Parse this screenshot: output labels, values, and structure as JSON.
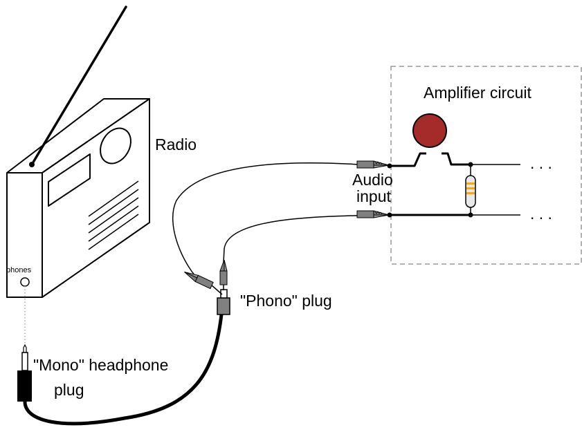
{
  "labels": {
    "radio": "Radio",
    "phones": "phones",
    "amplifier": "Amplifier circuit",
    "audio_line1": "Audio",
    "audio_line2": "input",
    "phono_plug": "\"Phono\" plug",
    "mono_line1": "\"Mono\" headphone",
    "mono_line2": "plug",
    "dots_top": ". . .",
    "dots_bottom": ". . ."
  },
  "colors": {
    "outline": "#000000",
    "box_dash": "#999999",
    "capacitor": "#a52a2a",
    "clip": "#808080",
    "resistor_band": "#ffa500",
    "jack_dot": "#aaaaaa"
  }
}
